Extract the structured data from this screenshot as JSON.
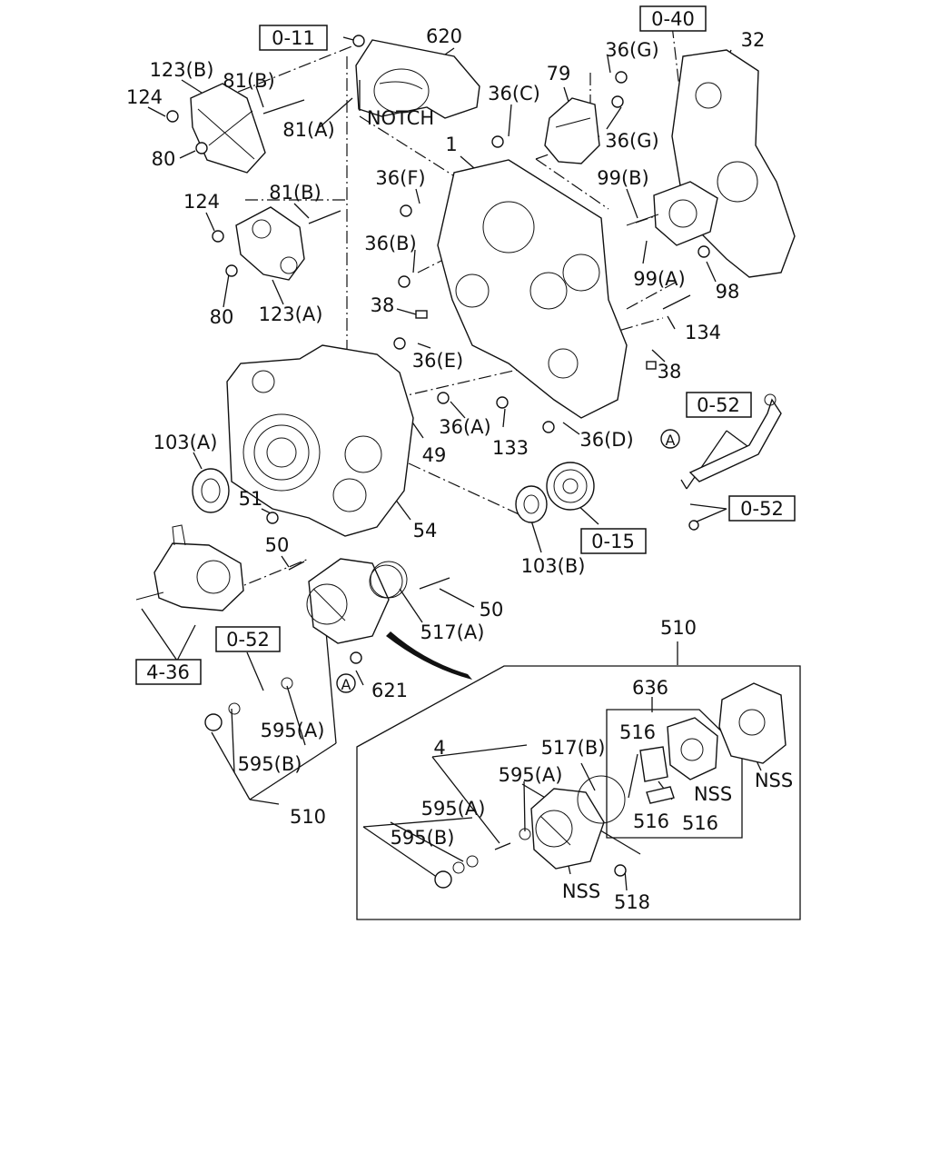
{
  "labels": {
    "ref_0_11": "0-11",
    "ref_0_40": "0-40",
    "ref_0_52_a": "0-52",
    "ref_0_52_b": "0-52",
    "ref_0_52_c": "0-52",
    "ref_0_15": "0-15",
    "ref_4_36": "4-36",
    "p620": "620",
    "p32": "32",
    "p79": "79",
    "p36g_top": "36(G)",
    "p36g_bottom": "36(G)",
    "p36c": "36(C)",
    "p123b": "123(B)",
    "p81b_top": "81(B)",
    "p81a": "81(A)",
    "p124_top": "124",
    "p80_top": "80",
    "notch": "NOTCH",
    "p1": "1",
    "p36f": "36(F)",
    "p99b": "99(B)",
    "p124_mid": "124",
    "p81b_mid": "81(B)",
    "p36b": "36(B)",
    "p99a": "99(A)",
    "p98": "98",
    "p80_mid": "80",
    "p123a": "123(A)",
    "p38_left": "38",
    "p134": "134",
    "p36e": "36(E)",
    "p38_right": "38",
    "p36a": "36(A)",
    "p133": "133",
    "p36d": "36(D)",
    "p103a": "103(A)",
    "p49": "49",
    "p51": "51",
    "p54": "54",
    "p103b": "103(B)",
    "p50_left": "50",
    "p50_right": "50",
    "p517a": "517(A)",
    "p510_top": "510",
    "p621": "621",
    "p636": "636",
    "p595a_left": "595(A)",
    "p595b_left": "595(B)",
    "p510_bottom": "510",
    "p4": "4",
    "p517b": "517(B)",
    "p516_top": "516",
    "p595a_inset1": "595(A)",
    "p595a_inset2": "595(A)",
    "p595b_inset": "595(B)",
    "nss_right": "NSS",
    "nss_box": "NSS",
    "p516_bl": "516",
    "p516_br": "516",
    "nss_bottom": "NSS",
    "p518": "518",
    "marker_a_top": "A",
    "marker_a_bottom": "A"
  }
}
